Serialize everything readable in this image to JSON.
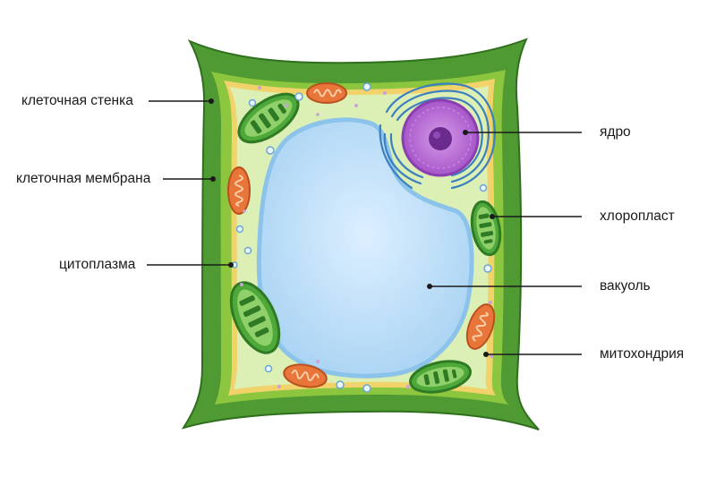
{
  "labels": {
    "cell_wall": "клеточная стенка",
    "cell_membrane": "клеточная мембрана",
    "cytoplasm": "цитоплазма",
    "nucleus": "ядро",
    "chloroplast": "хлоропласт",
    "vacuole": "вакуоль",
    "mitochondria": "митохондрия"
  },
  "colors": {
    "cell_wall": "#3f8f2a",
    "cell_wall_light": "#8cc63f",
    "membrane": "#f2d36b",
    "cytoplasm": "#dcefb5",
    "vacuole": "#bfe0f7",
    "vacuole_edge": "#8cc3ea",
    "nucleus": "#b160cf",
    "nucleolus": "#6a2a8e",
    "er": "#3b7fbf",
    "chloroplast": "#4fa83a",
    "mitochondria": "#e8753a"
  }
}
